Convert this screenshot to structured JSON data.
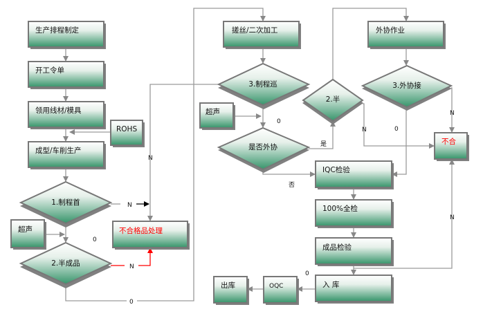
{
  "nodes": {
    "schedule": "生产排程制定",
    "work_order": "开工令单",
    "material": "领用线材/模具",
    "rohs": "ROHS",
    "forming": "成型/车削生产",
    "first_check": "1.制程首",
    "ultrasonic_left": "超声",
    "semi_check": "2.半成品",
    "nonconforming": "不合格品处理",
    "threading": "搓丝/二次加工",
    "patrol_check": "3.制程巡",
    "ultrasonic_right": "超声",
    "outsource_q": "是否外协",
    "semi_short": "2.半",
    "outsource_work": "外协作业",
    "outsource_receive": "3.外协接",
    "reject": "不合",
    "iqc": "IQC检验",
    "full_check": "100%全检",
    "final_check": "成品检验",
    "warehouse_in": "入 库",
    "oqc": "OQC",
    "warehouse_out": "出库"
  },
  "edge_labels": {
    "n1": "N",
    "n2": "N",
    "n3": "N",
    "n4": "N",
    "n5": "N",
    "n6": "N",
    "o1": "0",
    "o2": "0",
    "o3": "0",
    "o4": "0",
    "o5": "0",
    "yes": "是",
    "no": "否"
  },
  "colors": {
    "accent_green": "#3a9a6a",
    "reject_red": "#ff0000"
  }
}
